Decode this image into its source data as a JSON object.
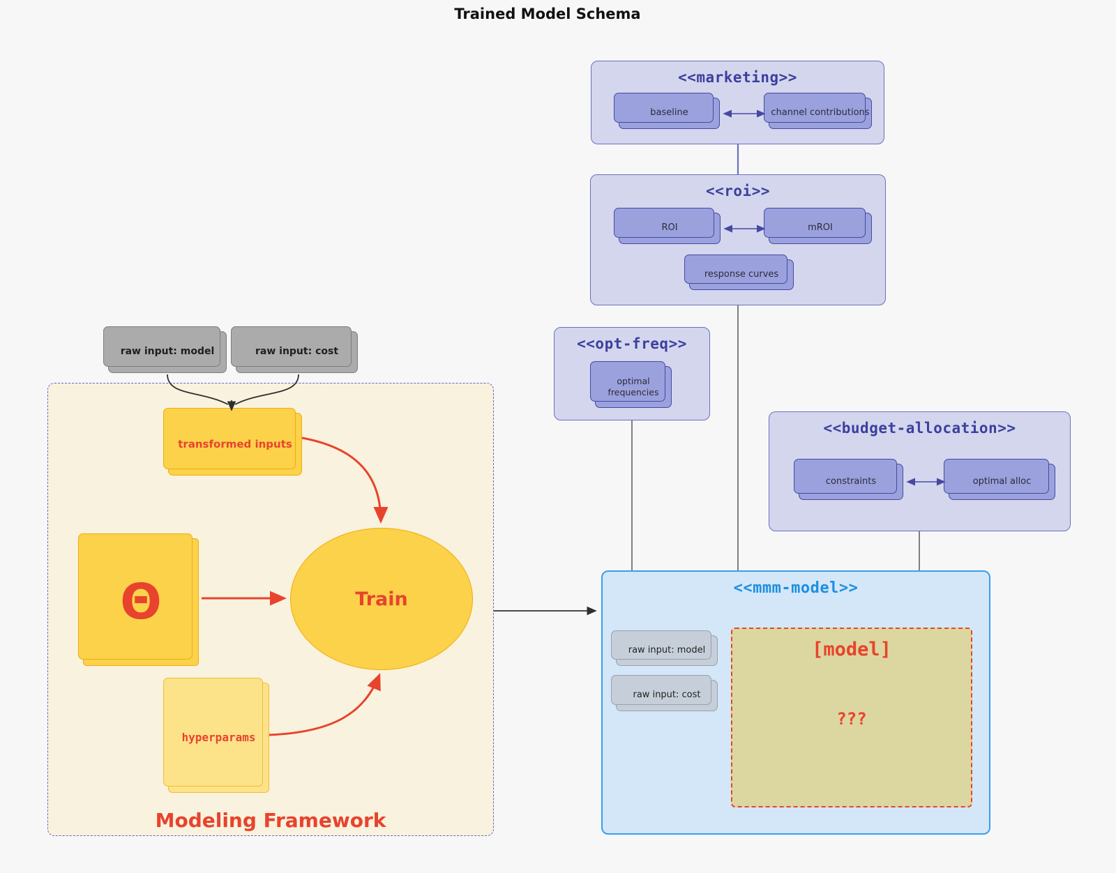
{
  "page": {
    "title": "Trained Model Schema"
  },
  "colors": {
    "accent_red": "#E8432D",
    "indigo_title": "#3B3F9E",
    "purple_node_fill": "#9BA1DD",
    "lavender_container": "#D4D6EE",
    "blue_title": "#1D8FE0",
    "light_blue_container": "#D3E7F8",
    "yellow_node": "#FBD24A",
    "pale_yellow_node": "#FCE289",
    "khaki_model_box": "#DCD7A0",
    "cream_framework": "#F9F2DE",
    "gray_node": "#ABABAB"
  },
  "external_inputs": {
    "model": "raw input: model",
    "cost": "raw input: cost"
  },
  "framework": {
    "caption": "Modeling Framework",
    "transformed": "transformed inputs",
    "theta": "Θ",
    "train": "Train",
    "hyperparams": "hyperparams"
  },
  "marketing": {
    "title": "<<marketing>>",
    "baseline": "baseline",
    "channel": "channel contributions"
  },
  "roi": {
    "title": "<<roi>>",
    "roi": "ROI",
    "mroi": "mROI",
    "response": "response curves"
  },
  "opt_freq": {
    "title": "<<opt-freq>>",
    "optimal": "optimal frequencies"
  },
  "budget": {
    "title": "<<budget-allocation>>",
    "constraints": "constraints",
    "alloc": "optimal alloc"
  },
  "mmm": {
    "title": "<<mmm-model>>",
    "raw_model": "raw input: model",
    "raw_cost": "raw input: cost",
    "model_title": "[model]",
    "unknown": "???"
  }
}
